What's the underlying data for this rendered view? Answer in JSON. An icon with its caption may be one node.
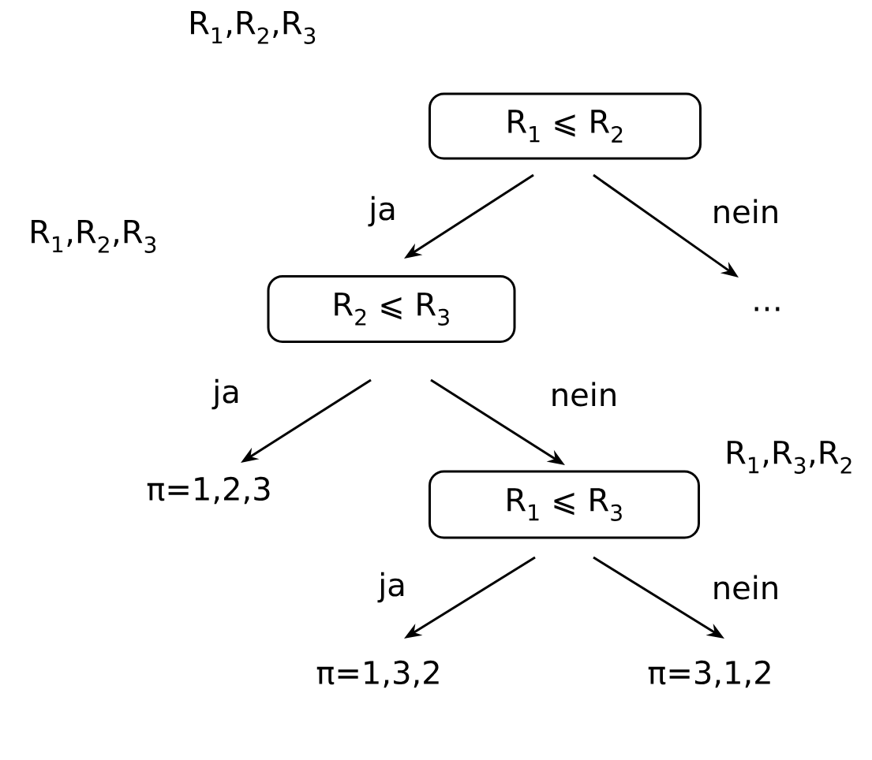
{
  "diagram": {
    "nodes": [
      {
        "text": [
          "R$_{1}$ ⩽ R$_{2}$"
        ],
        "beside": [
          "R$_{1}$,R$_{2}$,R$_{3}$"
        ]
      },
      {
        "text": [
          "R$_{2}$ ⩽ R$_{3}$"
        ],
        "beside": [
          "R$_{1}$,R$_{2}$,R$_{3}$"
        ]
      },
      {
        "text": [
          "…"
        ]
      },
      {
        "text": [
          "π=1,2,3"
        ]
      },
      {
        "text": [
          "R$_{1}$ ⩽ R$_{3}$"
        ],
        "beside": [
          "R$_{1}$,R$_{3}$,R$_{2}$"
        ]
      },
      {
        "text": [
          "π=1,3,2"
        ]
      },
      {
        "text": [
          "π=3,1,2"
        ]
      }
    ],
    "edges": [
      {
        "from": 0,
        "to": 1,
        "arrow": "to",
        "label": "ja"
      },
      {
        "from": 0,
        "to": 2,
        "arrow": "to",
        "label": "nein"
      },
      {
        "from": 1,
        "to": 3,
        "arrow": "to",
        "label": "ja"
      },
      {
        "from": 1,
        "to": 4,
        "arrow": "to",
        "label": "nein"
      },
      {
        "from": 4,
        "to": 5,
        "arrow": "to",
        "label": "ja"
      },
      {
        "from": 4,
        "to": 6,
        "arrow": "to",
        "label": "nein"
      }
    ]
  }
}
